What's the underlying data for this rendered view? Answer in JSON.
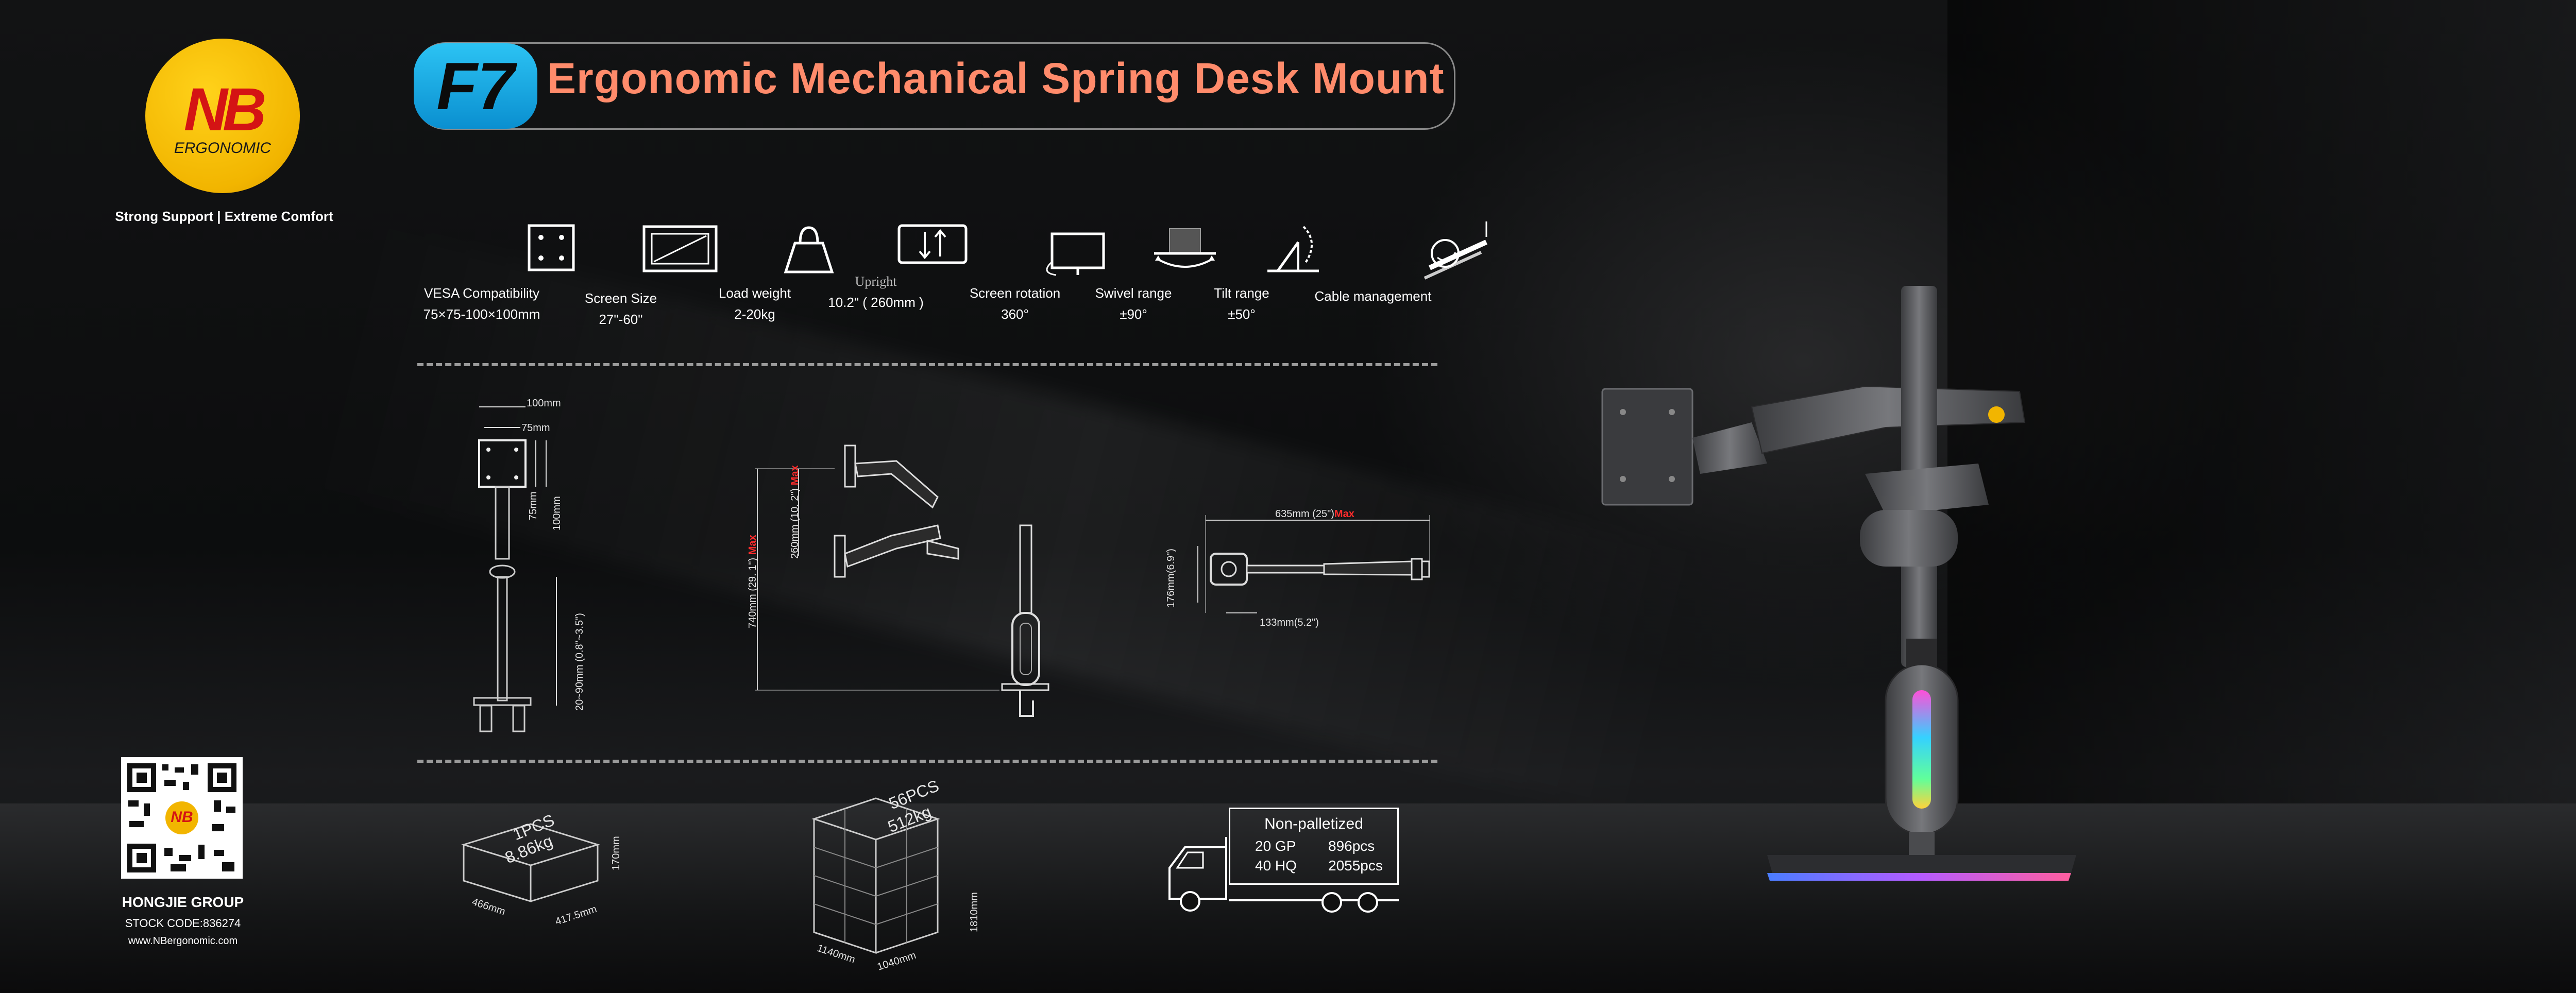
{
  "brand": {
    "logo_text": "NB",
    "logo_sub": "ERGONOMIC",
    "tagline": "Strong Support | Extreme Comfort",
    "colors": {
      "logo_yellow": "#f2b500",
      "logo_red": "#d41414",
      "badge_blue": "#0a8fd0",
      "title_coral": "#ff8b6b",
      "max_red": "#ff2c2c"
    }
  },
  "title": {
    "model": "F7",
    "text": "Ergonomic Mechanical Spring Desk Mount"
  },
  "features": [
    {
      "icon": "vesa-icon",
      "label": "VESA Compatibility",
      "value": "75×75-100×100mm"
    },
    {
      "icon": "screen-size-icon",
      "label": "Screen Size",
      "value": "27\"-60\""
    },
    {
      "icon": "weight-icon",
      "label": "Load weight",
      "value": "2-20kg"
    },
    {
      "icon": "upright-icon",
      "label": "Upright",
      "value": "10.2\" ( 260mm )"
    },
    {
      "icon": "rotation-icon",
      "label": "Screen rotation",
      "value": "360°"
    },
    {
      "icon": "swivel-icon",
      "label": "Swivel range",
      "value": "±90°"
    },
    {
      "icon": "tilt-icon",
      "label": "Tilt range",
      "value": "±50°"
    },
    {
      "icon": "cable-icon",
      "label": "Cable management",
      "value": ""
    }
  ],
  "dimensions": {
    "front": {
      "w100": "100mm",
      "w75": "75mm",
      "h75": "75mm",
      "h100": "100mm",
      "clamp": "20~90mm (0.8\"~3.5\")"
    },
    "side": {
      "upright": "260mm (10. 2\")",
      "max_height": "740mm (29. 1\")",
      "max": "Max"
    },
    "top": {
      "reach": "635mm (25\")",
      "max": "Max",
      "depth": "176mm(6.9\")",
      "offset": "133mm(5.2\")"
    }
  },
  "packaging": {
    "single": {
      "pcs": "1PCS",
      "weight": "8.86kg",
      "l": "466mm",
      "w": "417.5mm",
      "h": "170mm"
    },
    "pallet": {
      "pcs": "56PCS",
      "weight": "512kg",
      "h": "1810mm",
      "l": "1140mm",
      "w": "1040mm"
    },
    "shipping": {
      "title": "Non-palletized",
      "rows": [
        {
          "container": "20 GP",
          "qty": "896pcs"
        },
        {
          "container": "40 HQ",
          "qty": "2055pcs"
        }
      ]
    }
  },
  "company": {
    "name": "HONGJIE GROUP",
    "stock_code": "STOCK CODE:836274",
    "website": "www.NBergonomic.com",
    "qr_logo": "NB"
  }
}
